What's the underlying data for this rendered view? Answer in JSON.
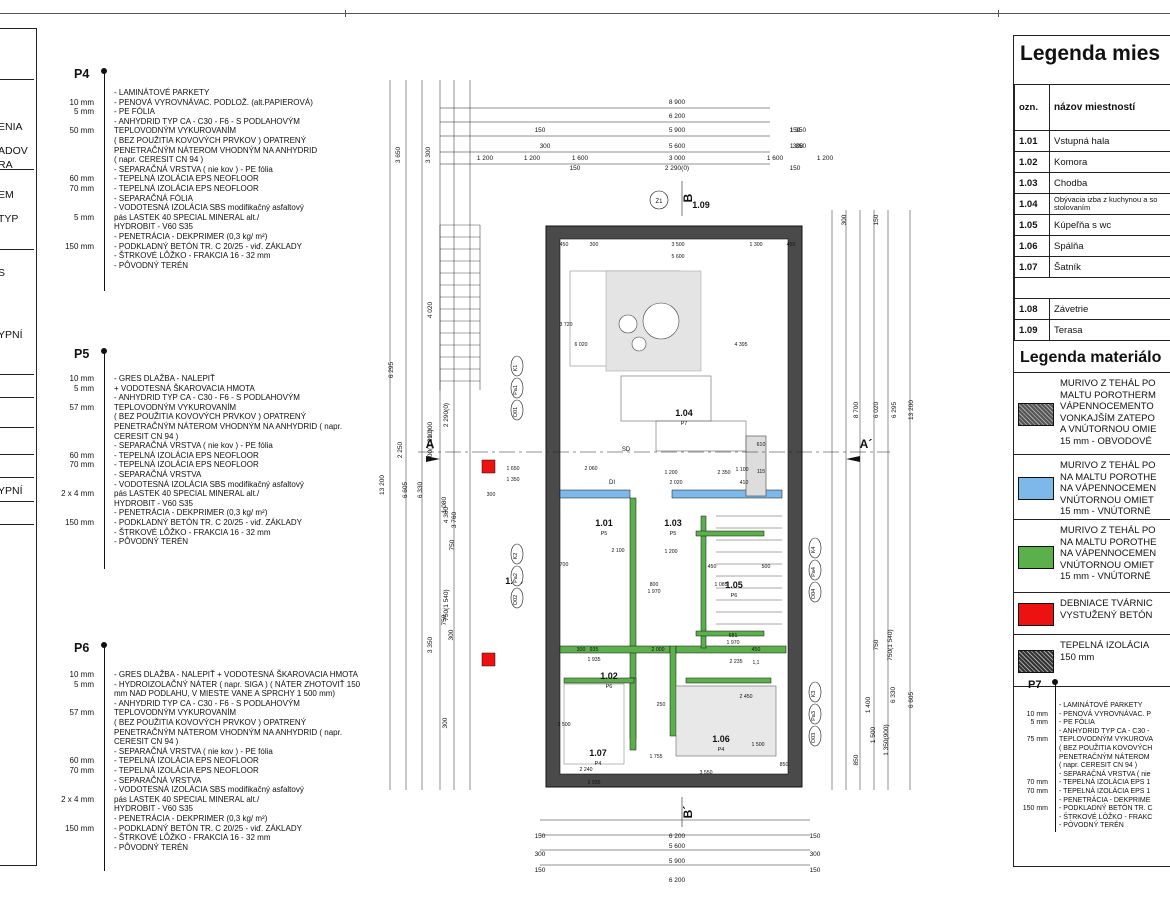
{
  "left_panel": {
    "items": [
      "ENIA",
      "ADOV",
      "RA",
      "EM",
      "TYP",
      "S",
      "YPNÍ",
      "YPNÍ"
    ]
  },
  "specs": [
    {
      "id": "P4",
      "rows": [
        {
          "thk": "",
          "txt": "- LAMINÁTOVÉ PARKETY"
        },
        {
          "thk": "10 mm",
          "txt": "- PENOVÁ VYROVNÁVAC. PODLOŽ. (alt.PAPIEROVÁ)"
        },
        {
          "thk": "5 mm",
          "txt": "- PE FÓLIA"
        },
        {
          "thk": "",
          "txt": "- ANHYDRID TYP CA - C30 - F6 - S PODLAHOVÝM"
        },
        {
          "thk": "50 mm",
          "txt": "TEPLOVODNÝM VYKUROVANÍM"
        },
        {
          "thk": "",
          "txt": "( BEZ POUŽITIA KOVOVÝCH PRVKOV ) OPATRENÝ"
        },
        {
          "thk": "",
          "txt": "PENETRAČNÝM NÁTEROM VHODNÝM NA ANHYDRID"
        },
        {
          "thk": "",
          "txt": "( napr. CERESIT CN 94 )"
        },
        {
          "thk": "",
          "txt": "- SEPARAČNÁ VRSTVA ( nie kov ) - PE fólia"
        },
        {
          "thk": "60 mm",
          "txt": "- TEPELNÁ IZOLÁCIA EPS NEOFLOOR"
        },
        {
          "thk": "70 mm",
          "txt": "- TEPELNÁ IZOLÁCIA EPS NEOFLOOR"
        },
        {
          "thk": "",
          "txt": "- SEPARAČNÁ FÓLIA"
        },
        {
          "thk": "",
          "txt": "- VODOTESNÁ IZOLÁCIA SBS modifikačný asfaltový"
        },
        {
          "thk": "5 mm",
          "txt": "pás LASTEK 40 SPECIAL MINERAL alt./"
        },
        {
          "thk": "",
          "txt": "HYDROBIT - V60 S35"
        },
        {
          "thk": "",
          "txt": "- PENETRÁCIA - DEKPRIMER (0,3 kg/ m²)"
        },
        {
          "thk": "150 mm",
          "txt": "- PODKLADNÝ BETÓN TR. C 20/25 - viď. ZÁKLADY"
        },
        {
          "thk": "",
          "txt": "- ŠTRKOVÉ LÔŽKO - FRAKCIA 16 - 32 mm"
        },
        {
          "thk": "",
          "txt": "- PÔVODNÝ TERÉN"
        }
      ]
    },
    {
      "id": "P5",
      "rows": [
        {
          "thk": "10 mm",
          "txt": "- GRES DLAŽBA - NALEPIŤ"
        },
        {
          "thk": "5 mm",
          "txt": "+ VODOTESNÁ ŠKAROVACIA HMOTA"
        },
        {
          "thk": "",
          "txt": "- ANHYDRID TYP CA - C30 - F6 - S PODLAHOVÝM"
        },
        {
          "thk": "57 mm",
          "txt": "TEPLOVODNÝM VYKUROVANÍM"
        },
        {
          "thk": "",
          "txt": "( BEZ POUŽITIA KOVOVÝCH PRVKOV ) OPATRENÝ"
        },
        {
          "thk": "",
          "txt": "PENETRAČNÝM NÁTEROM VHODNÝM NA ANHYDRID ( napr."
        },
        {
          "thk": "",
          "txt": "CERESIT CN 94 )"
        },
        {
          "thk": "",
          "txt": "- SEPARAČNÁ VRSTVA ( nie kov ) - PE fólia"
        },
        {
          "thk": "60 mm",
          "txt": "- TEPELNÁ IZOLÁCIA EPS NEOFLOOR"
        },
        {
          "thk": "70 mm",
          "txt": "- TEPELNÁ IZOLÁCIA EPS NEOFLOOR"
        },
        {
          "thk": "",
          "txt": "- SEPARAČNÁ VRSTVA"
        },
        {
          "thk": "",
          "txt": "- VODOTESNÁ IZOLÁCIA SBS modifikačný asfaltový"
        },
        {
          "thk": "2 x 4 mm",
          "txt": "pás LASTEK 40 SPECIAL MINERAL alt./"
        },
        {
          "thk": "",
          "txt": "HYDROBIT - V60 S35"
        },
        {
          "thk": "",
          "txt": "- PENETRÁCIA - DEKPRIMER (0,3 kg/ m²)"
        },
        {
          "thk": "150 mm",
          "txt": "- PODKLADNÝ BETÓN TR. C 20/25 - viď. ZÁKLADY"
        },
        {
          "thk": "",
          "txt": "- ŠTRKOVÉ LÔŽKO - FRAKCIA 16 - 32 mm"
        },
        {
          "thk": "",
          "txt": "- PÔVODNÝ TERÉN"
        }
      ]
    },
    {
      "id": "P6",
      "rows": [
        {
          "thk": "10 mm",
          "txt": "- GRES DLAŽBA - NALEPIŤ + VODOTESNÁ ŠKAROVACIA HMOTA"
        },
        {
          "thk": "5 mm",
          "txt": "- HYDROIZOLAČNÝ NÁTER ( napr. SIGA ) ( NÁTER ZHOTOVIŤ 150"
        },
        {
          "thk": "",
          "txt": "mm NAD PODLAHU, V MIESTE VANE A SPRCHY 1 500 mm)"
        },
        {
          "thk": "",
          "txt": "- ANHYDRID TYP CA - C30 - F6 - S PODLAHOVÝM"
        },
        {
          "thk": "57 mm",
          "txt": "TEPLOVODNÝM VYKUROVANÍM"
        },
        {
          "thk": "",
          "txt": "( BEZ POUŽITIA KOVOVÝCH PRVKOV ) OPATRENÝ"
        },
        {
          "thk": "",
          "txt": "PENETRAČNÝM NÁTEROM VHODNÝM NA ANHYDRID ( napr."
        },
        {
          "thk": "",
          "txt": "CERESIT CN 94 )"
        },
        {
          "thk": "",
          "txt": "- SEPARAČNÁ VRSTVA ( nie kov ) - PE fólia"
        },
        {
          "thk": "60 mm",
          "txt": "- TEPELNÁ IZOLÁCIA EPS NEOFLOOR"
        },
        {
          "thk": "70 mm",
          "txt": "- TEPELNÁ IZOLÁCIA EPS NEOFLOOR"
        },
        {
          "thk": "",
          "txt": "- SEPARAČNÁ VRSTVA"
        },
        {
          "thk": "",
          "txt": "- VODOTESNÁ IZOLÁCIA SBS modifikačný asfaltový"
        },
        {
          "thk": "2 x 4 mm",
          "txt": "pás LASTEK 40 SPECIAL MINERAL alt./"
        },
        {
          "thk": "",
          "txt": "HYDROBIT - V60 S35"
        },
        {
          "thk": "",
          "txt": "- PENETRÁCIA - DEKPRIMER (0,3 kg/ m²)"
        },
        {
          "thk": "150 mm",
          "txt": "- PODKLADNÝ BETÓN TR. C 20/25 - viď. ZÁKLADY"
        },
        {
          "thk": "",
          "txt": "- ŠTRKOVÉ LÔŽKO - FRAKCIA 16 - 32 mm"
        },
        {
          "thk": "",
          "txt": "- PÔVODNÝ TERÉN"
        }
      ]
    }
  ],
  "plan": {
    "dims_top": [
      "8 900",
      "6 200",
      "150",
      "5 900",
      "150",
      "1 350",
      "300",
      "5 600",
      "300",
      "1 350",
      "1 200",
      "1 200",
      "1 600",
      "3 000",
      "1 600",
      "1 200",
      "150",
      "2 290(0)",
      "150"
    ],
    "dims_bottom": [
      "150",
      "6 200",
      "150",
      "5 600",
      "300",
      "300",
      "5 900",
      "150",
      "6 200",
      "150"
    ],
    "dims_left": [
      "3 650",
      "3 300",
      "13 200",
      "6 295",
      "6 605",
      "6 330",
      "4 020",
      "1 000",
      "900(1 390)",
      "2 250",
      "2 290(0)",
      "1 080",
      "4 360",
      "3 760",
      "750",
      "750(1 540)",
      "750",
      "3 350",
      "300",
      "300"
    ],
    "dims_right": [
      "8 700",
      "6 295",
      "13 200",
      "6 020",
      "1 400",
      "1 500",
      "1 350(900)",
      "6 330",
      "6 605",
      "750",
      "750(1 540)",
      "850",
      "150",
      "300"
    ],
    "inner_dims": [
      "450",
      "300",
      "3 500",
      "1 300",
      "450",
      "5 600",
      "3 720",
      "6 020",
      "4 395",
      "1 650",
      "1 350",
      "2 060",
      "1 200",
      "2 350",
      "2 020",
      "300",
      "2 100",
      "700",
      "1 200",
      "450",
      "500",
      "1 085",
      "800",
      "1 970",
      "681",
      "1 970",
      "2 235",
      "1 935",
      "935",
      "2 000",
      "300",
      "450",
      "1 500",
      "250",
      "2 450",
      "1 755",
      "2 240",
      "1 935",
      "3 550",
      "850",
      "610",
      "115",
      "1 100",
      "410",
      "1 500"
    ],
    "rooms": [
      {
        "num": "1.04",
        "floor": "P7"
      },
      {
        "num": "1.01",
        "floor": "P5"
      },
      {
        "num": "1.03",
        "floor": "P5"
      },
      {
        "num": "1.05",
        "floor": "P6"
      },
      {
        "num": "1.02",
        "floor": "P6"
      },
      {
        "num": "1.07",
        "floor": "P4"
      },
      {
        "num": "1.06",
        "floor": "P4"
      },
      {
        "num": "1.08",
        "floor": ""
      },
      {
        "num": "1.09",
        "floor": ""
      }
    ],
    "labels": {
      "sd": "SD",
      "di": "DI",
      "section_a": "A",
      "section_a2": "A´",
      "section_b": "B",
      "section_b2": "B´",
      "z1": "Z1",
      "left_tags": [
        "O01",
        "Pa1",
        "K1",
        "O02",
        "Pa2",
        "K2"
      ],
      "right_tags": [
        "O04",
        "Pa4",
        "K4",
        "O03",
        "Pa3",
        "K3"
      ],
      "door_tags": [
        "1,1"
      ]
    }
  },
  "legend": {
    "title": "Legenda mies",
    "col_num": "ozn.",
    "col_name": "názov miestností",
    "rooms": [
      {
        "num": "1.01",
        "name": "Vstupná hala"
      },
      {
        "num": "1.02",
        "name": "Komora"
      },
      {
        "num": "1.03",
        "name": "Chodba"
      },
      {
        "num": "1.04",
        "name": "Obývacia izba z kuchynou a so stolovaním"
      },
      {
        "num": "1.05",
        "name": "Kúpeľňa s wc"
      },
      {
        "num": "1.06",
        "name": "Spálňa"
      },
      {
        "num": "1.07",
        "name": "Šatník"
      }
    ],
    "section_letter": "P",
    "rooms2": [
      {
        "num": "1.08",
        "name": "Závetrie"
      },
      {
        "num": "1.09",
        "name": "Terasa"
      }
    ],
    "materials_title": "Legenda materiálo",
    "materials": [
      {
        "color": "#555555",
        "pattern": true,
        "text": "MURIVO Z TEHÁL PO\nMALTU POROTHERM\nVÁPENNOCEMENTO\nVONKAJŠÍM ZATEPO\nA VNÚTORNOU OMIE\n15 mm - OBVODOVÉ"
      },
      {
        "color": "#7db8e8",
        "pattern": false,
        "text": "MURIVO Z TEHÁL PO\nNA MALTU POROTHE\nNA VÁPENNOCEMEN\nVNÚTORNOU OMIET\n15 mm - VNÚTORNÉ"
      },
      {
        "color": "#5cb04c",
        "pattern": false,
        "text": "MURIVO Z TEHÁL PO\nNA MALTU POROTHE\nNA VÁPENNOCEMEN\nVNÚTORNOU OMIET\n15 mm - VNÚTORNÉ"
      },
      {
        "color": "#ee1111",
        "pattern": false,
        "text": "DEBNIACE TVÁRNIC\nVYSTUŽENÝ BETÓN"
      },
      {
        "color": "#333333",
        "pattern": true,
        "text": "TEPELNÁ IZOLÁCIA\n150 mm"
      }
    ],
    "p7": {
      "id": "P7",
      "rows": [
        {
          "thk": "",
          "txt": "- LAMINÁTOVÉ PARKETY"
        },
        {
          "thk": "10 mm",
          "txt": "- PENOVÁ VYROVNÁVAC. P"
        },
        {
          "thk": "5 mm",
          "txt": "- PE FÓLIA"
        },
        {
          "thk": "",
          "txt": "- ANHYDRID TYP CA - C30 -"
        },
        {
          "thk": "75 mm",
          "txt": "TEPLOVODNÝM VYKUROVA"
        },
        {
          "thk": "",
          "txt": "( BEZ POUŽITIA KOVOVÝCH"
        },
        {
          "thk": "",
          "txt": "PENETRAČNÝM NÁTEROM"
        },
        {
          "thk": "",
          "txt": "( napr. CERESIT CN 94 )"
        },
        {
          "thk": "",
          "txt": "- SEPARAČNÁ VRSTVA ( nie"
        },
        {
          "thk": "70 mm",
          "txt": "- TEPELNÁ IZOLÁCIA EPS 1"
        },
        {
          "thk": "70 mm",
          "txt": "- TEPELNÁ IZOLÁCIA EPS 1"
        },
        {
          "thk": "",
          "txt": "- PENETRÁCIA - DEKPRIME"
        },
        {
          "thk": "150 mm",
          "txt": "- PODKLADNÝ BETÓN TR. C"
        },
        {
          "thk": "",
          "txt": "- ŠTRKOVÉ LÔŽKO - FRAKC"
        },
        {
          "thk": "",
          "txt": "- PÔVODNÝ TERÉN"
        }
      ]
    }
  }
}
